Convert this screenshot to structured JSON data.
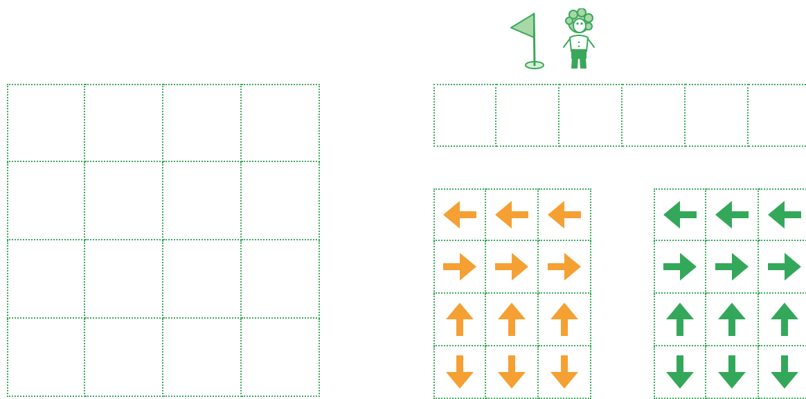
{
  "colors": {
    "grid_line": "#3aa85a",
    "orange": "#f5a033",
    "green": "#34a85a",
    "flag_fill": "#a8d8a8",
    "character": "#3aa85a"
  },
  "icons": {
    "flag": "flag-icon",
    "character": "character-icon",
    "left": "arrow-left-icon",
    "right": "arrow-right-icon",
    "up": "arrow-up-icon",
    "down": "arrow-down-icon"
  },
  "board": {
    "rows": 4,
    "cols": 4
  },
  "sequence": {
    "slots": 6
  },
  "palettes": [
    {
      "name": "orange",
      "color": "#f5a033",
      "rows": [
        [
          "left",
          "left",
          "left"
        ],
        [
          "right",
          "right",
          "right"
        ],
        [
          "up",
          "up",
          "up"
        ],
        [
          "down",
          "down",
          "down"
        ]
      ]
    },
    {
      "name": "green",
      "color": "#34a85a",
      "rows": [
        [
          "left",
          "left",
          "left"
        ],
        [
          "right",
          "right",
          "right"
        ],
        [
          "up",
          "up",
          "up"
        ],
        [
          "down",
          "down",
          "down"
        ]
      ]
    }
  ]
}
